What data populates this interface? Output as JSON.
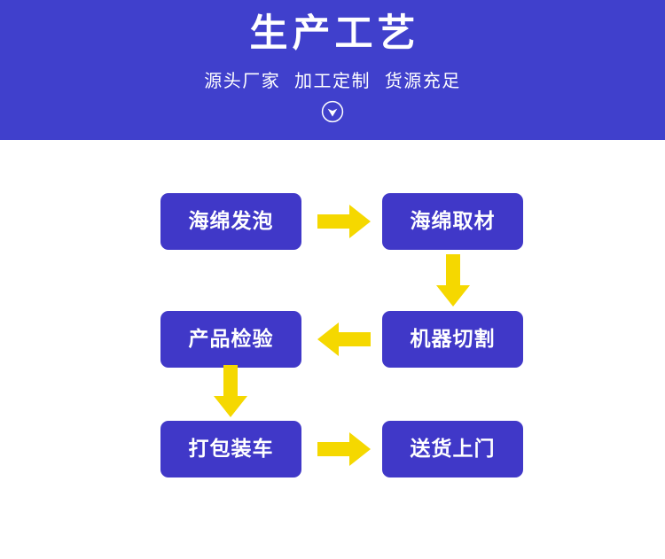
{
  "banner": {
    "title": "生产工艺",
    "subtitle": "源头厂家  加工定制  货源充足",
    "chevron_icon": "chevron-down-circle-icon",
    "background_color": "#4040cc",
    "text_color": "#ffffff"
  },
  "flowchart": {
    "type": "process-flow",
    "node_color": "#4038c8",
    "node_text_color": "#ffffff",
    "arrow_color": "#f5d800",
    "nodes": [
      {
        "id": "n1",
        "label": "海绵发泡",
        "row": 1,
        "column": "left"
      },
      {
        "id": "n2",
        "label": "海绵取材",
        "row": 1,
        "column": "right"
      },
      {
        "id": "n3",
        "label": "机器切割",
        "row": 2,
        "column": "right"
      },
      {
        "id": "n4",
        "label": "产品检验",
        "row": 2,
        "column": "left"
      },
      {
        "id": "n5",
        "label": "打包装车",
        "row": 3,
        "column": "left"
      },
      {
        "id": "n6",
        "label": "送货上门",
        "row": 3,
        "column": "right"
      }
    ],
    "connectors": [
      {
        "id": "c1",
        "from": "n1",
        "to": "n2",
        "direction": "right",
        "icon": "arrow-right-icon"
      },
      {
        "id": "c2",
        "from": "n2",
        "to": "n3",
        "direction": "down",
        "icon": "arrow-down-icon"
      },
      {
        "id": "c3",
        "from": "n3",
        "to": "n4",
        "direction": "left",
        "icon": "arrow-left-icon"
      },
      {
        "id": "c4",
        "from": "n4",
        "to": "n5",
        "direction": "down",
        "icon": "arrow-down-icon"
      },
      {
        "id": "c5",
        "from": "n5",
        "to": "n6",
        "direction": "right",
        "icon": "arrow-right-icon"
      }
    ]
  }
}
